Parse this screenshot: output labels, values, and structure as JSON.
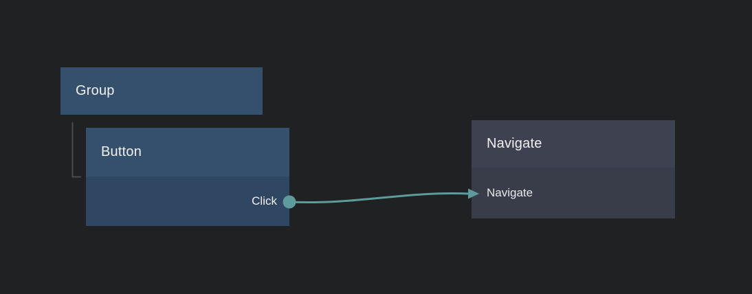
{
  "canvas": {
    "background": "#1f2123"
  },
  "nodes": {
    "group": {
      "label": "Group"
    },
    "button": {
      "label": "Button",
      "output_port_label": "Click"
    },
    "navigate": {
      "title": "Navigate",
      "action_label": "Navigate"
    }
  },
  "edges": {
    "click_to_navigate": {
      "from": "button.Click",
      "to": "navigate"
    }
  },
  "colors": {
    "background": "#1f2123",
    "blue_node_header": "#35506d",
    "blue_node_body": "#2f4763",
    "gray_node_header": "#3e4250",
    "gray_node_body": "#393d49",
    "edge_teal": "#5e9b9d",
    "tree_line_gray": "#4b4c4d",
    "text": "#f1f1f2"
  }
}
